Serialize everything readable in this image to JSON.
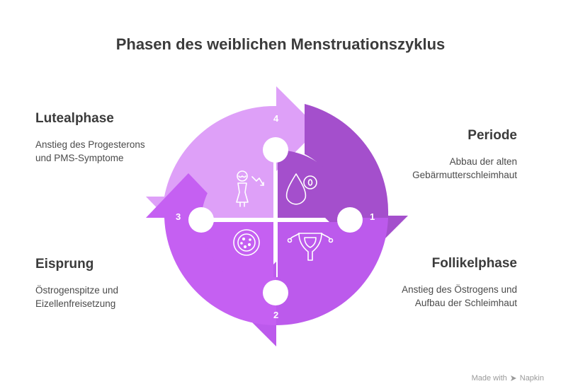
{
  "title": "Phasen des weiblichen Menstruationszyklus",
  "phases": {
    "luteal": {
      "heading": "Lutealphase",
      "text": "Anstieg des Progesterons und PMS-Symptome",
      "number": "4"
    },
    "periode": {
      "heading": "Periode",
      "text": "Abbau der alten Gebärmutterschleimhaut",
      "number": "1"
    },
    "follikel": {
      "heading": "Follikelphase",
      "text": "Anstieg des Östrogens und Aufbau der Schleimhaut",
      "number": "2"
    },
    "eisprung": {
      "heading": "Eisprung",
      "text": "Östrogenspitze und Eizellenfreisetzung",
      "number": "3"
    }
  },
  "colors": {
    "luteal": "#dea0f8",
    "periode": "#a44fcc",
    "follikel": "#bc5aec",
    "eisprung": "#c560f2"
  },
  "icons": [
    "woman-declining-icon",
    "drop-icon",
    "uterus-icon",
    "cell-icon"
  ],
  "footer": {
    "label": "Made with",
    "brand": "Napkin"
  }
}
